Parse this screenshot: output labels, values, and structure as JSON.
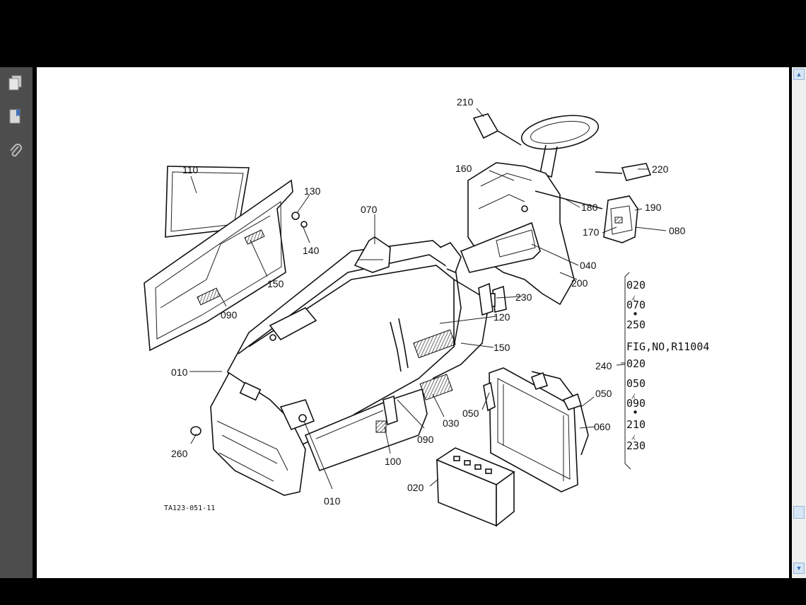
{
  "viewer": {
    "rail_icons": [
      "pages-icon",
      "bookmarks-icon",
      "attachments-icon"
    ],
    "colors": {
      "rail": "#4d4d4d",
      "page": "#ffffff",
      "frame": "#000000"
    }
  },
  "diagram": {
    "labels": {
      "p210": "210",
      "p220": "220",
      "p160": "160",
      "p180": "180",
      "p190": "190",
      "p170": "170",
      "p080": "080",
      "p040": "040",
      "p200": "200",
      "p230": "230",
      "p110": "110",
      "p130": "130",
      "p140": "140",
      "p070": "070",
      "p150a": "150",
      "p090a": "090",
      "p120": "120",
      "p150b": "150",
      "p010a": "010",
      "p260": "260",
      "p010b": "010",
      "p100": "100",
      "p090b": "090",
      "p030": "030",
      "p050a": "050",
      "p050b": "050",
      "p060": "060",
      "p020": "020",
      "p240": "240"
    },
    "figure_code": "TA123-051-11",
    "side_list": {
      "r1": "020",
      "r2": "070",
      "r3": "250",
      "fig": "FIG,NO,R11004",
      "r4": "020",
      "r5": "050",
      "r6": "090",
      "r7": "210",
      "r8": "230"
    }
  }
}
